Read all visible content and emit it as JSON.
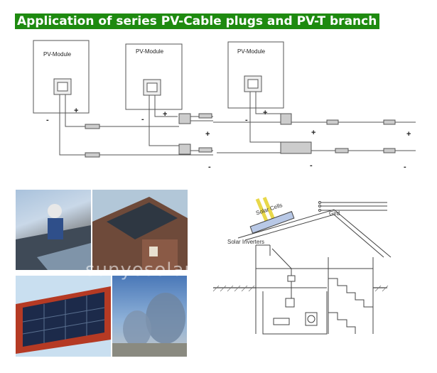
{
  "title": "Application of series PV-Cable plugs and PV-T branch",
  "modules": [
    {
      "label": "PV-Module"
    },
    {
      "label": "PV-Module"
    },
    {
      "label": "PV-Module"
    }
  ],
  "polarity": {
    "plus": "+",
    "minus": "-"
  },
  "house_labels": {
    "solar_cells": "Solar Cells",
    "grid": "Gird",
    "solar_inverters": "Solar Inverters"
  },
  "watermark": "sunyosolar",
  "colors": {
    "title_bg": "#1e8a10",
    "title_text": "#ffffff"
  }
}
